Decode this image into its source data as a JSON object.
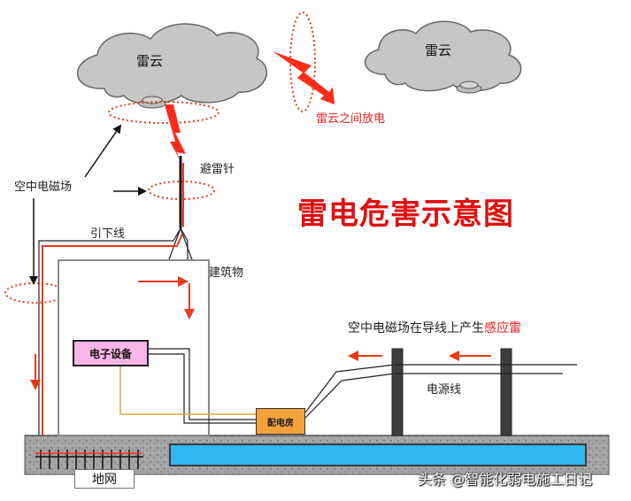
{
  "diagram": {
    "title": "雷电危害示意图",
    "labels": {
      "cloud_left": "雷云",
      "cloud_right": "雷云",
      "discharge_between_clouds": "雷云之间放电",
      "lightning_rod": "避雷针",
      "space_field": "空中电磁场",
      "down_conductor": "引下线",
      "building": "建筑物",
      "electronic_equipment": "电子设备",
      "distribution_room": "配电房",
      "power_line": "电源线",
      "ground_grid": "地网",
      "induced_prefix": "空中电磁场在导线上产生",
      "induced_highlight": "感应雷"
    },
    "watermark": "头条 @智能化弱电施工日记"
  },
  "colors": {
    "lightning": "#ff2a1a",
    "current_arrow": "#e83a14",
    "title_red": "#e01010",
    "device_pink": "#f7b5e8",
    "distribution_orange": "#f3a23a",
    "ground_gray": "#9a9a9a",
    "pipe_blue": "#2fb7ef",
    "cloud_gray": "#c6c6c6"
  },
  "icons": [
    "lightning-bolt-icon",
    "cloud-icon",
    "arrow-icon",
    "field-ring-icon"
  ]
}
